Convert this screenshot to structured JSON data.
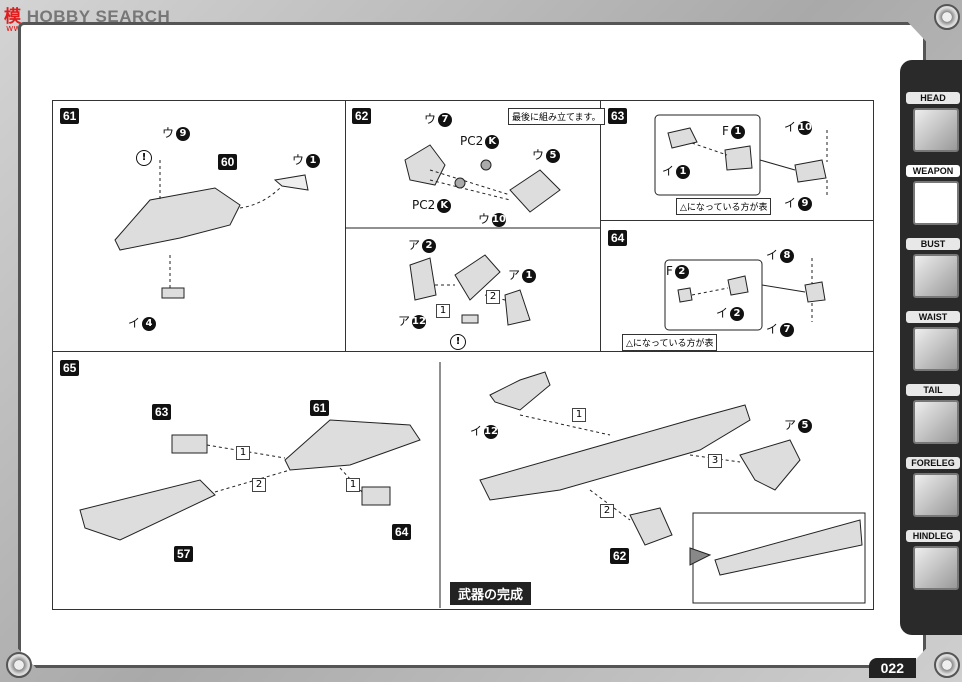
{
  "header": {
    "logo_cn": "模",
    "logo_text": "HOBBY SEARCH",
    "url": "www.sohu.com"
  },
  "page_number": "022",
  "tabs": [
    {
      "label": "HEAD",
      "icon": "head-part-icon"
    },
    {
      "label": "WEAPON",
      "icon": "weapon-part-icon",
      "active": true
    },
    {
      "label": "BUST",
      "icon": "bust-part-icon"
    },
    {
      "label": "WAIST",
      "icon": "waist-part-icon"
    },
    {
      "label": "TAIL",
      "icon": "tail-part-icon"
    },
    {
      "label": "FORELEG",
      "icon": "foreleg-part-icon"
    },
    {
      "label": "HINDLEG",
      "icon": "hindleg-part-icon"
    }
  ],
  "steps": {
    "s61": {
      "num": "61",
      "part_60": "60",
      "u9_l": "ウ",
      "u9_n": "9",
      "u1_l": "ウ",
      "u1_n": "1",
      "i4_l": "イ",
      "i4_n": "4",
      "warn": "!"
    },
    "s62": {
      "num": "62",
      "note": "最後に組み立てます。",
      "u7_l": "ウ",
      "u7_n": "7",
      "pc2a": "PC2",
      "k": "K",
      "pc2b": "PC2",
      "u5_l": "ウ",
      "u5_n": "5",
      "u10_l": "ウ",
      "u10_n": "10",
      "a2_l": "ア",
      "a2_n": "2",
      "a1_l": "ア",
      "a1_n": "1",
      "a12_l": "ア",
      "a12_n": "12",
      "st1": "1",
      "st2": "2",
      "warn": "!"
    },
    "s63": {
      "num": "63",
      "f1_l": "F",
      "f1_n": "1",
      "i1_l": "イ",
      "i1_n": "1",
      "i10_l": "イ",
      "i10_n": "10",
      "i9_l": "イ",
      "i9_n": "9",
      "note": "△になっている方が表"
    },
    "s64": {
      "num": "64",
      "f2_l": "F",
      "f2_n": "2",
      "i2_l": "イ",
      "i2_n": "2",
      "i8_l": "イ",
      "i8_n": "8",
      "i7_l": "イ",
      "i7_n": "7",
      "note": "△になっている方が表"
    },
    "s65": {
      "num": "65",
      "p63": "63",
      "p61": "61",
      "p57": "57",
      "p64": "64",
      "p62": "62",
      "i12_l": "イ",
      "i12_n": "12",
      "a5_l": "ア",
      "a5_n": "5",
      "st1a": "1",
      "st2a": "2",
      "st1b": "1",
      "st1c": "1",
      "st3": "3",
      "st2b": "2",
      "complete": "武器の完成"
    }
  }
}
